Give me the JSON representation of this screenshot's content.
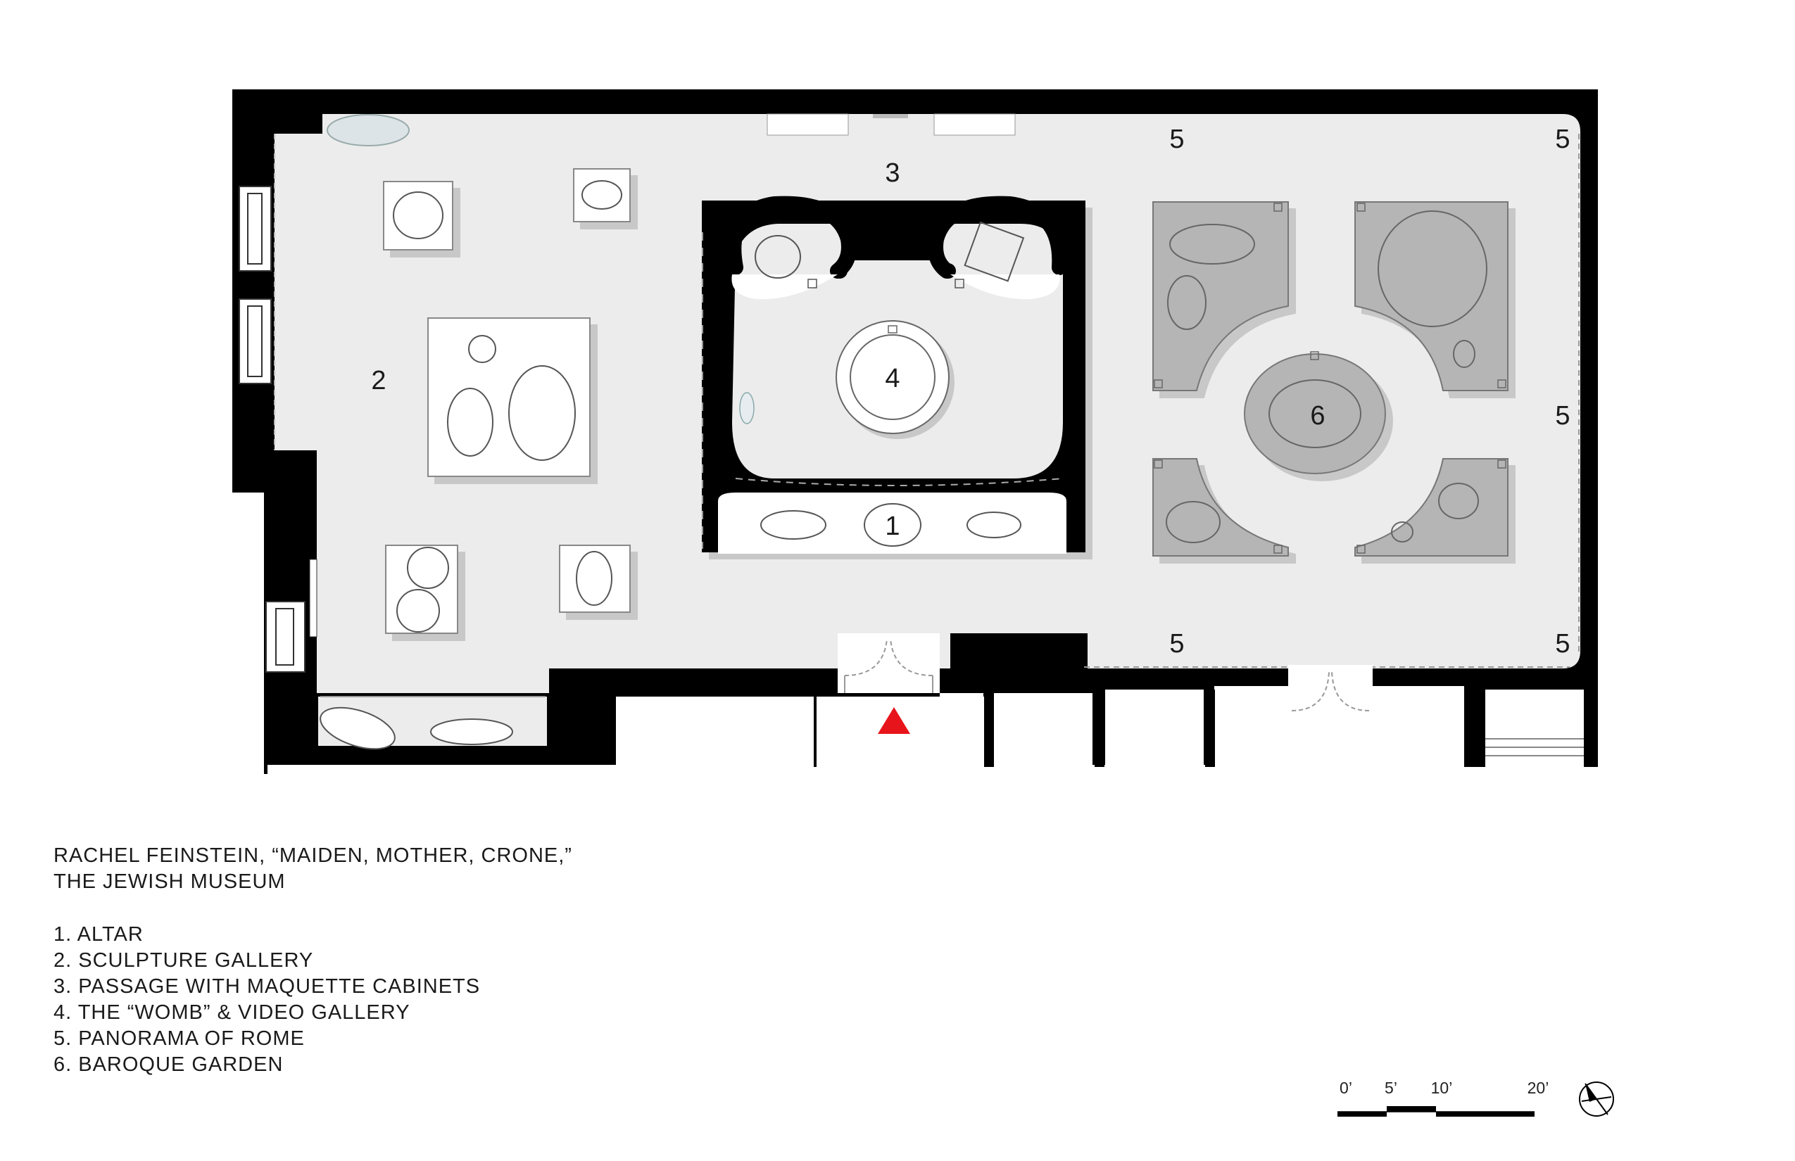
{
  "caption": {
    "title_line1": "RACHEL FEINSTEIN, “MAIDEN, MOTHER, CRONE,”",
    "title_line2": "THE JEWISH MUSEUM",
    "legend": [
      "1. ALTAR",
      "2. SCULPTURE GALLERY",
      "3. PASSAGE WITH MAQUETTE CABINETS",
      "4. THE “WOMB” & VIDEO GALLERY",
      "5. PANORAMA OF ROME",
      "6. BAROQUE GARDEN"
    ]
  },
  "plan_labels": {
    "altar": "1",
    "sculpture_gallery": "2",
    "passage": "3",
    "womb": "4",
    "panorama": "5",
    "garden": "6"
  },
  "scale_bar": {
    "ticks": [
      "0’",
      "5’",
      "10’",
      "20’"
    ]
  },
  "colors": {
    "wall": "#000000",
    "floor": "#ececec",
    "garden_platform": "#b5b5b5",
    "entrance_marker": "#e8141b"
  },
  "icons": {
    "entrance": "red-triangle-icon",
    "north": "north-arrow-icon"
  }
}
